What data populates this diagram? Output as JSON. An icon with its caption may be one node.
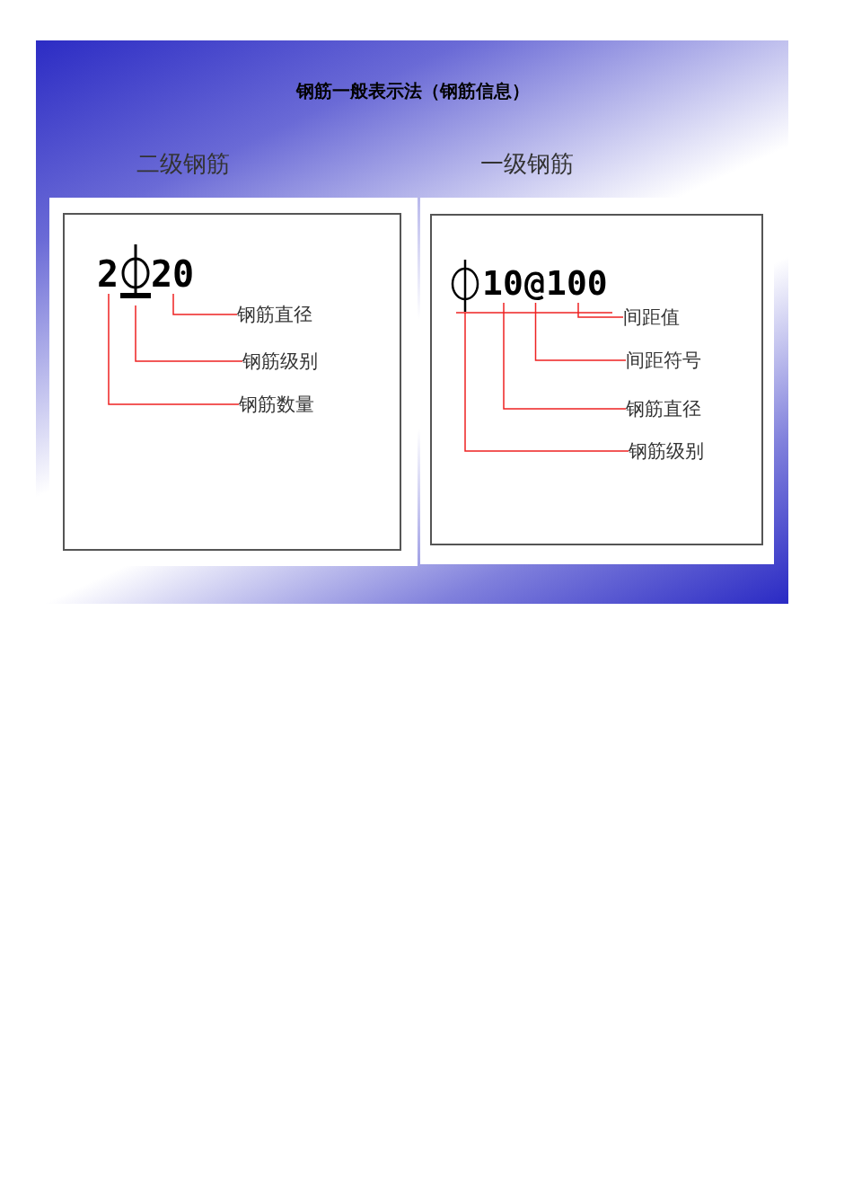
{
  "diagram": {
    "title": "钢筋一般表示法（钢筋信息）",
    "nodes": [
      {
        "text": [
          "二级钢筋"
        ]
      },
      {
        "text": [
          "2"
        ],
        "in": 0
      },
      {
        "text": [],
        "shape": "circle",
        "in": 0
      },
      {
        "text": [
          "20"
        ],
        "in": 0
      },
      {
        "text": [
          "钢筋直径"
        ],
        "in": 0
      },
      {
        "text": [
          "钢筋级别"
        ],
        "in": 0
      },
      {
        "text": [
          "钢筋数量"
        ],
        "in": 0
      },
      {
        "text": [
          "一级钢筋"
        ]
      },
      {
        "text": [],
        "shape": "circle",
        "in": 7
      },
      {
        "text": [
          "10"
        ],
        "in": 7
      },
      {
        "text": [
          "@"
        ],
        "in": 7
      },
      {
        "text": [
          "100"
        ],
        "in": 7
      },
      {
        "text": [
          "间距值"
        ],
        "in": 7
      },
      {
        "text": [
          "间距符号"
        ],
        "in": 7
      },
      {
        "text": [
          "钢筋直径"
        ],
        "in": 7
      },
      {
        "text": [
          "钢筋级别"
        ],
        "in": 7
      }
    ],
    "edges": [
      {
        "from": 3,
        "to": 4,
        "arrow": "none",
        "color": "#ee2222"
      },
      {
        "from": 2,
        "to": 5,
        "arrow": "none",
        "color": "#ee2222"
      },
      {
        "from": 1,
        "to": 6,
        "arrow": "none",
        "color": "#ee2222"
      },
      {
        "from": 11,
        "to": 12,
        "arrow": "none",
        "color": "#ee2222"
      },
      {
        "from": 10,
        "to": 13,
        "arrow": "none",
        "color": "#ee2222"
      },
      {
        "from": 9,
        "to": 14,
        "arrow": "none",
        "color": "#ee2222"
      },
      {
        "from": 8,
        "to": 15,
        "arrow": "none",
        "color": "#ee2222"
      }
    ]
  }
}
